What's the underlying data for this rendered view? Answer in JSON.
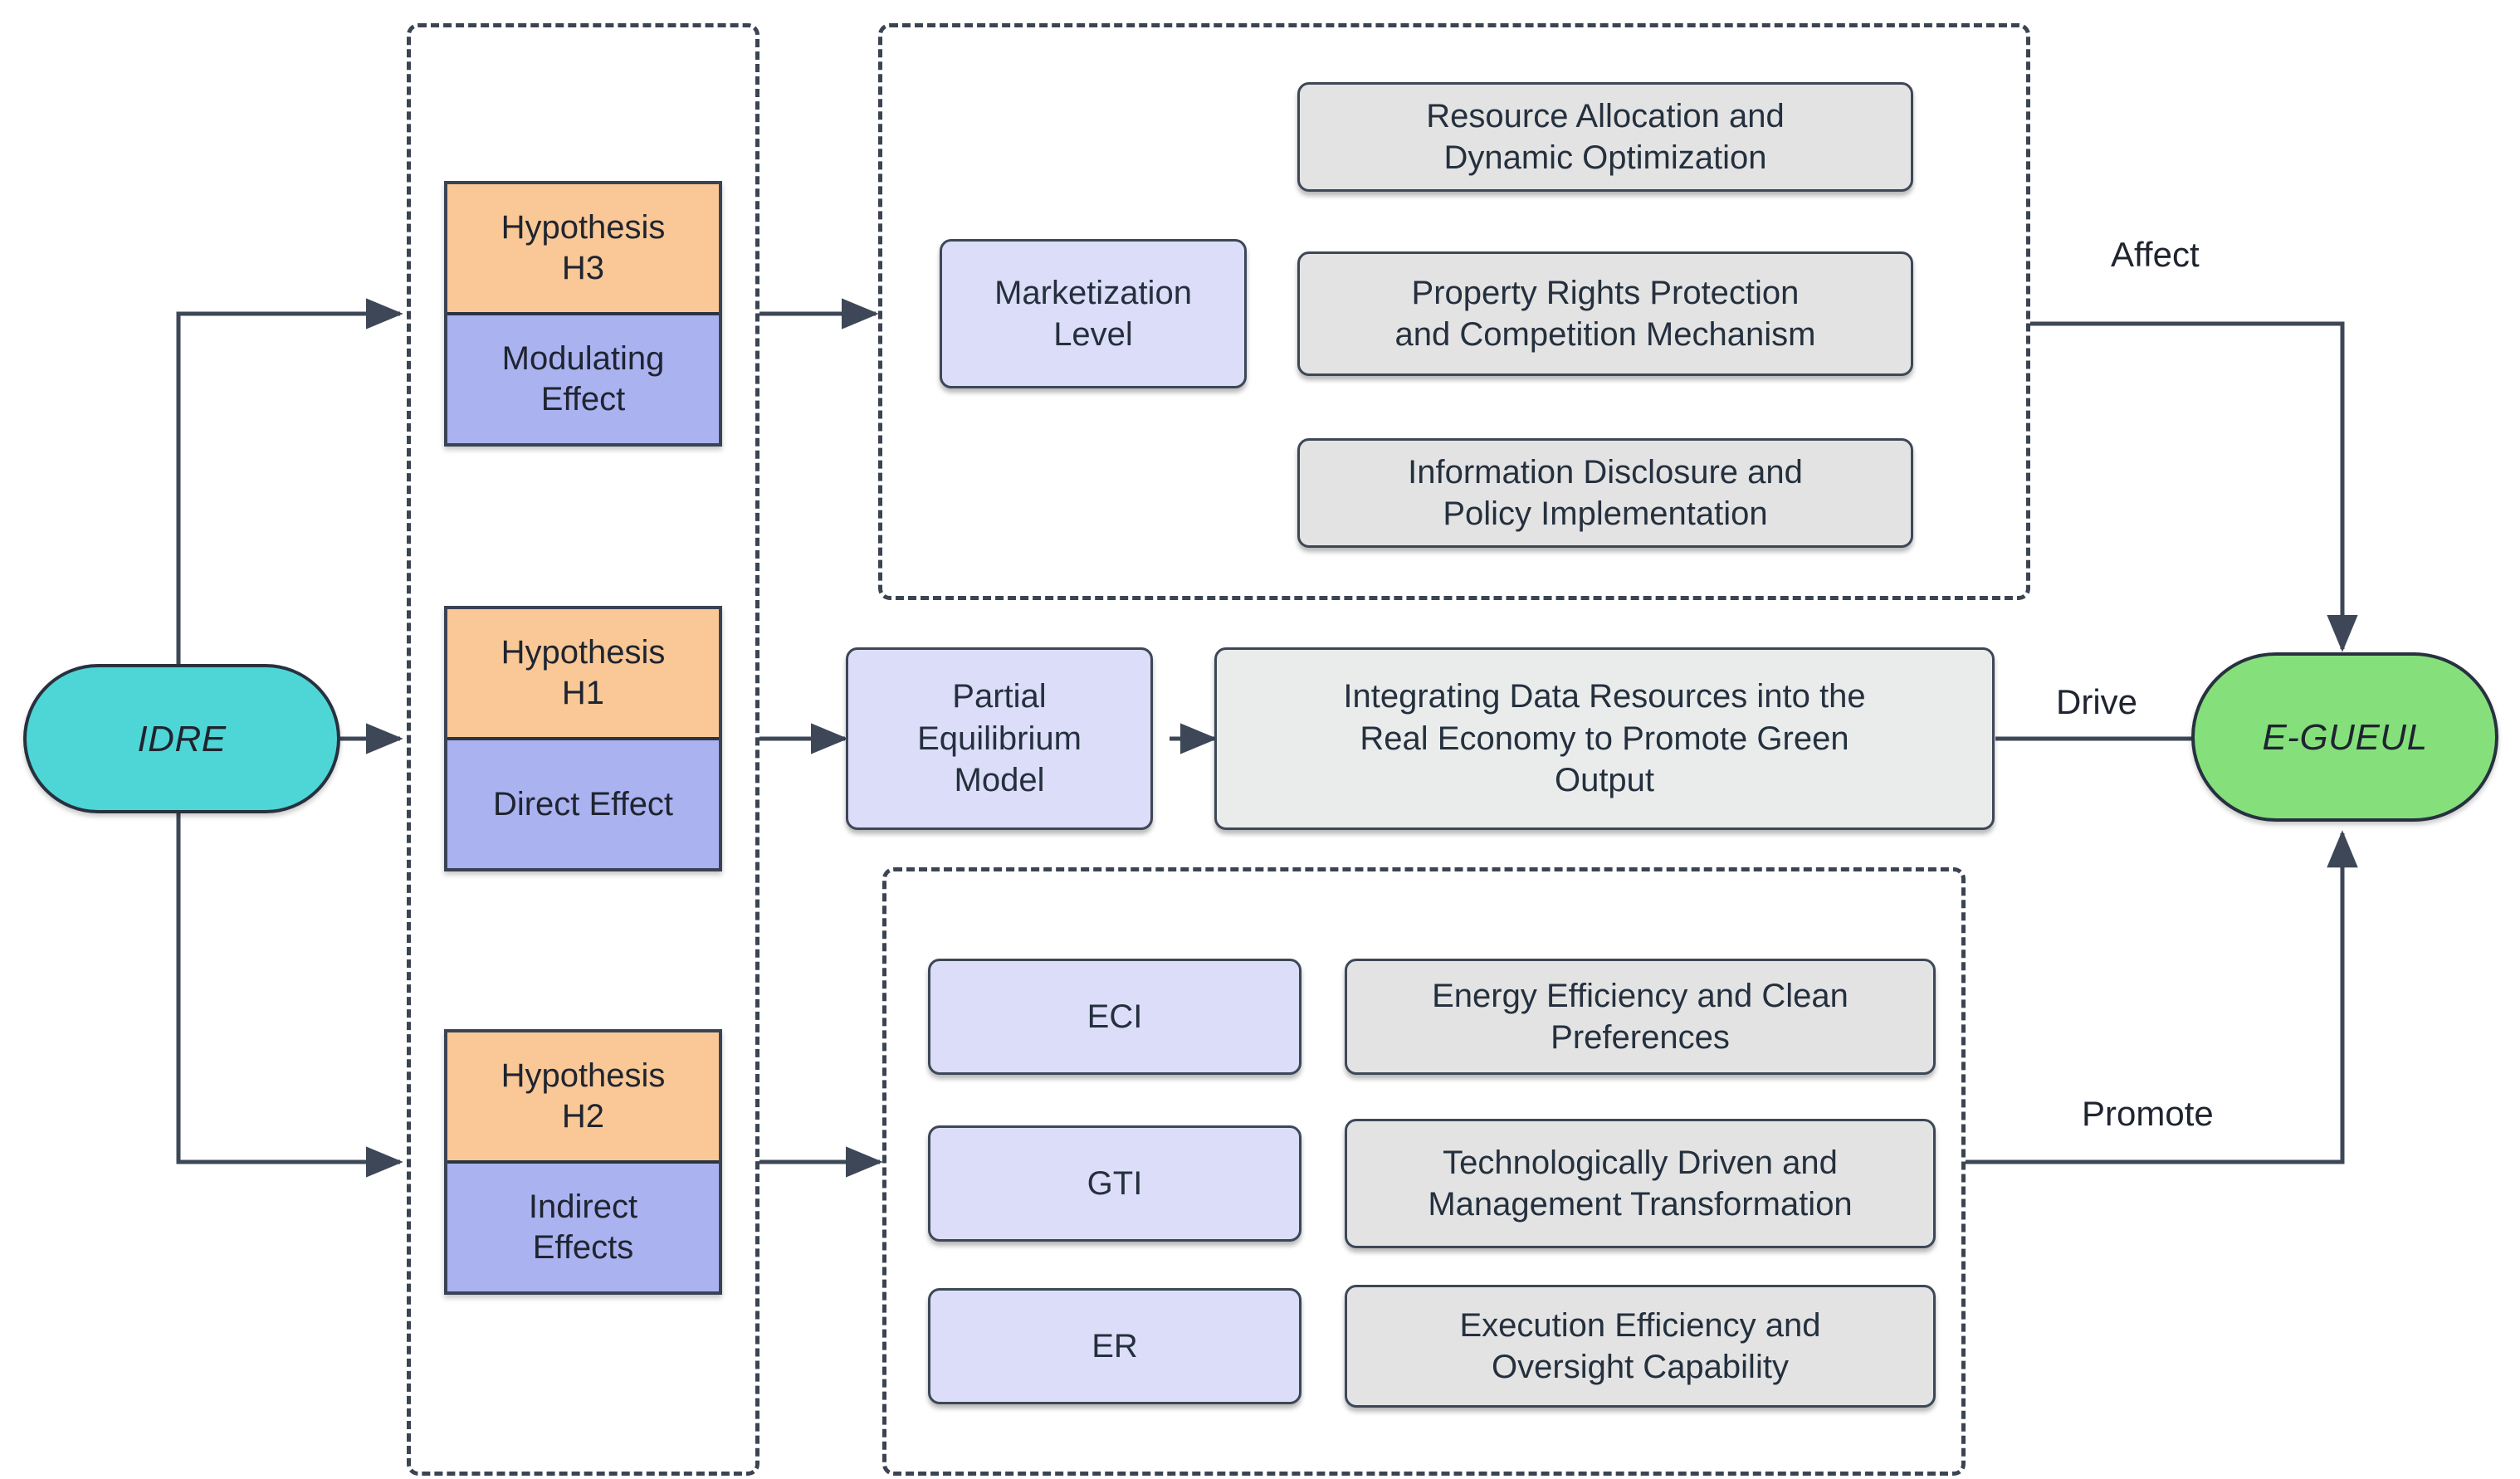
{
  "diagram": {
    "title": "IDRE to E-GUEUL mechanism framework",
    "colors": {
      "source_fill": "#4ED6D6",
      "target_fill": "#85E07C",
      "hypothesis_fill": "#F9C896",
      "effect_fill": "#AAB2F0",
      "variable_fill": "#DCDEF9",
      "mechanism_fill": "#E3E3E3",
      "outline": "#3a4354",
      "edge": "#3d4757"
    }
  },
  "nodes": {
    "source": {
      "label": "IDRE"
    },
    "target": {
      "label": "E-GUEUL"
    },
    "hypotheses": [
      {
        "id": "h3",
        "title": "Hypothesis\nH3",
        "title_line1": "Hypothesis",
        "title_line2": "H3",
        "effect_line1": "Modulating",
        "effect_line2": "Effect"
      },
      {
        "id": "h1",
        "title_line1": "Hypothesis",
        "title_line2": "H1",
        "effect_line1": "Direct Effect",
        "effect_line2": ""
      },
      {
        "id": "h2",
        "title_line1": "Hypothesis",
        "title_line2": "H2",
        "effect_line1": "Indirect",
        "effect_line2": "Effects"
      }
    ],
    "moderator": {
      "label_line1": "Marketization",
      "label_line2": "Level"
    },
    "moderator_mechanisms": [
      {
        "line1": "Resource Allocation and",
        "line2": "Dynamic Optimization"
      },
      {
        "line1": "Property Rights Protection",
        "line2": "and Competition Mechanism"
      },
      {
        "line1": "Information Disclosure and",
        "line2": "Policy Implementation"
      }
    ],
    "direct_model": {
      "line1": "Partial",
      "line2": "Equilibrium",
      "line3": "Model"
    },
    "direct_outcome": {
      "line1": "Integrating Data Resources into the",
      "line2": "Real Economy to Promote Green",
      "line3": "Output"
    },
    "mediators": [
      {
        "code": "ECI",
        "line1": "Energy Efficiency and Clean",
        "line2": "Preferences"
      },
      {
        "code": "GTI",
        "line1": "Technologically Driven and",
        "line2": "Management Transformation"
      },
      {
        "code": "ER",
        "line1": "Execution Efficiency and",
        "line2": "Oversight Capability"
      }
    ]
  },
  "edge_labels": {
    "affect": "Affect",
    "drive": "Drive",
    "promote": "Promote"
  }
}
